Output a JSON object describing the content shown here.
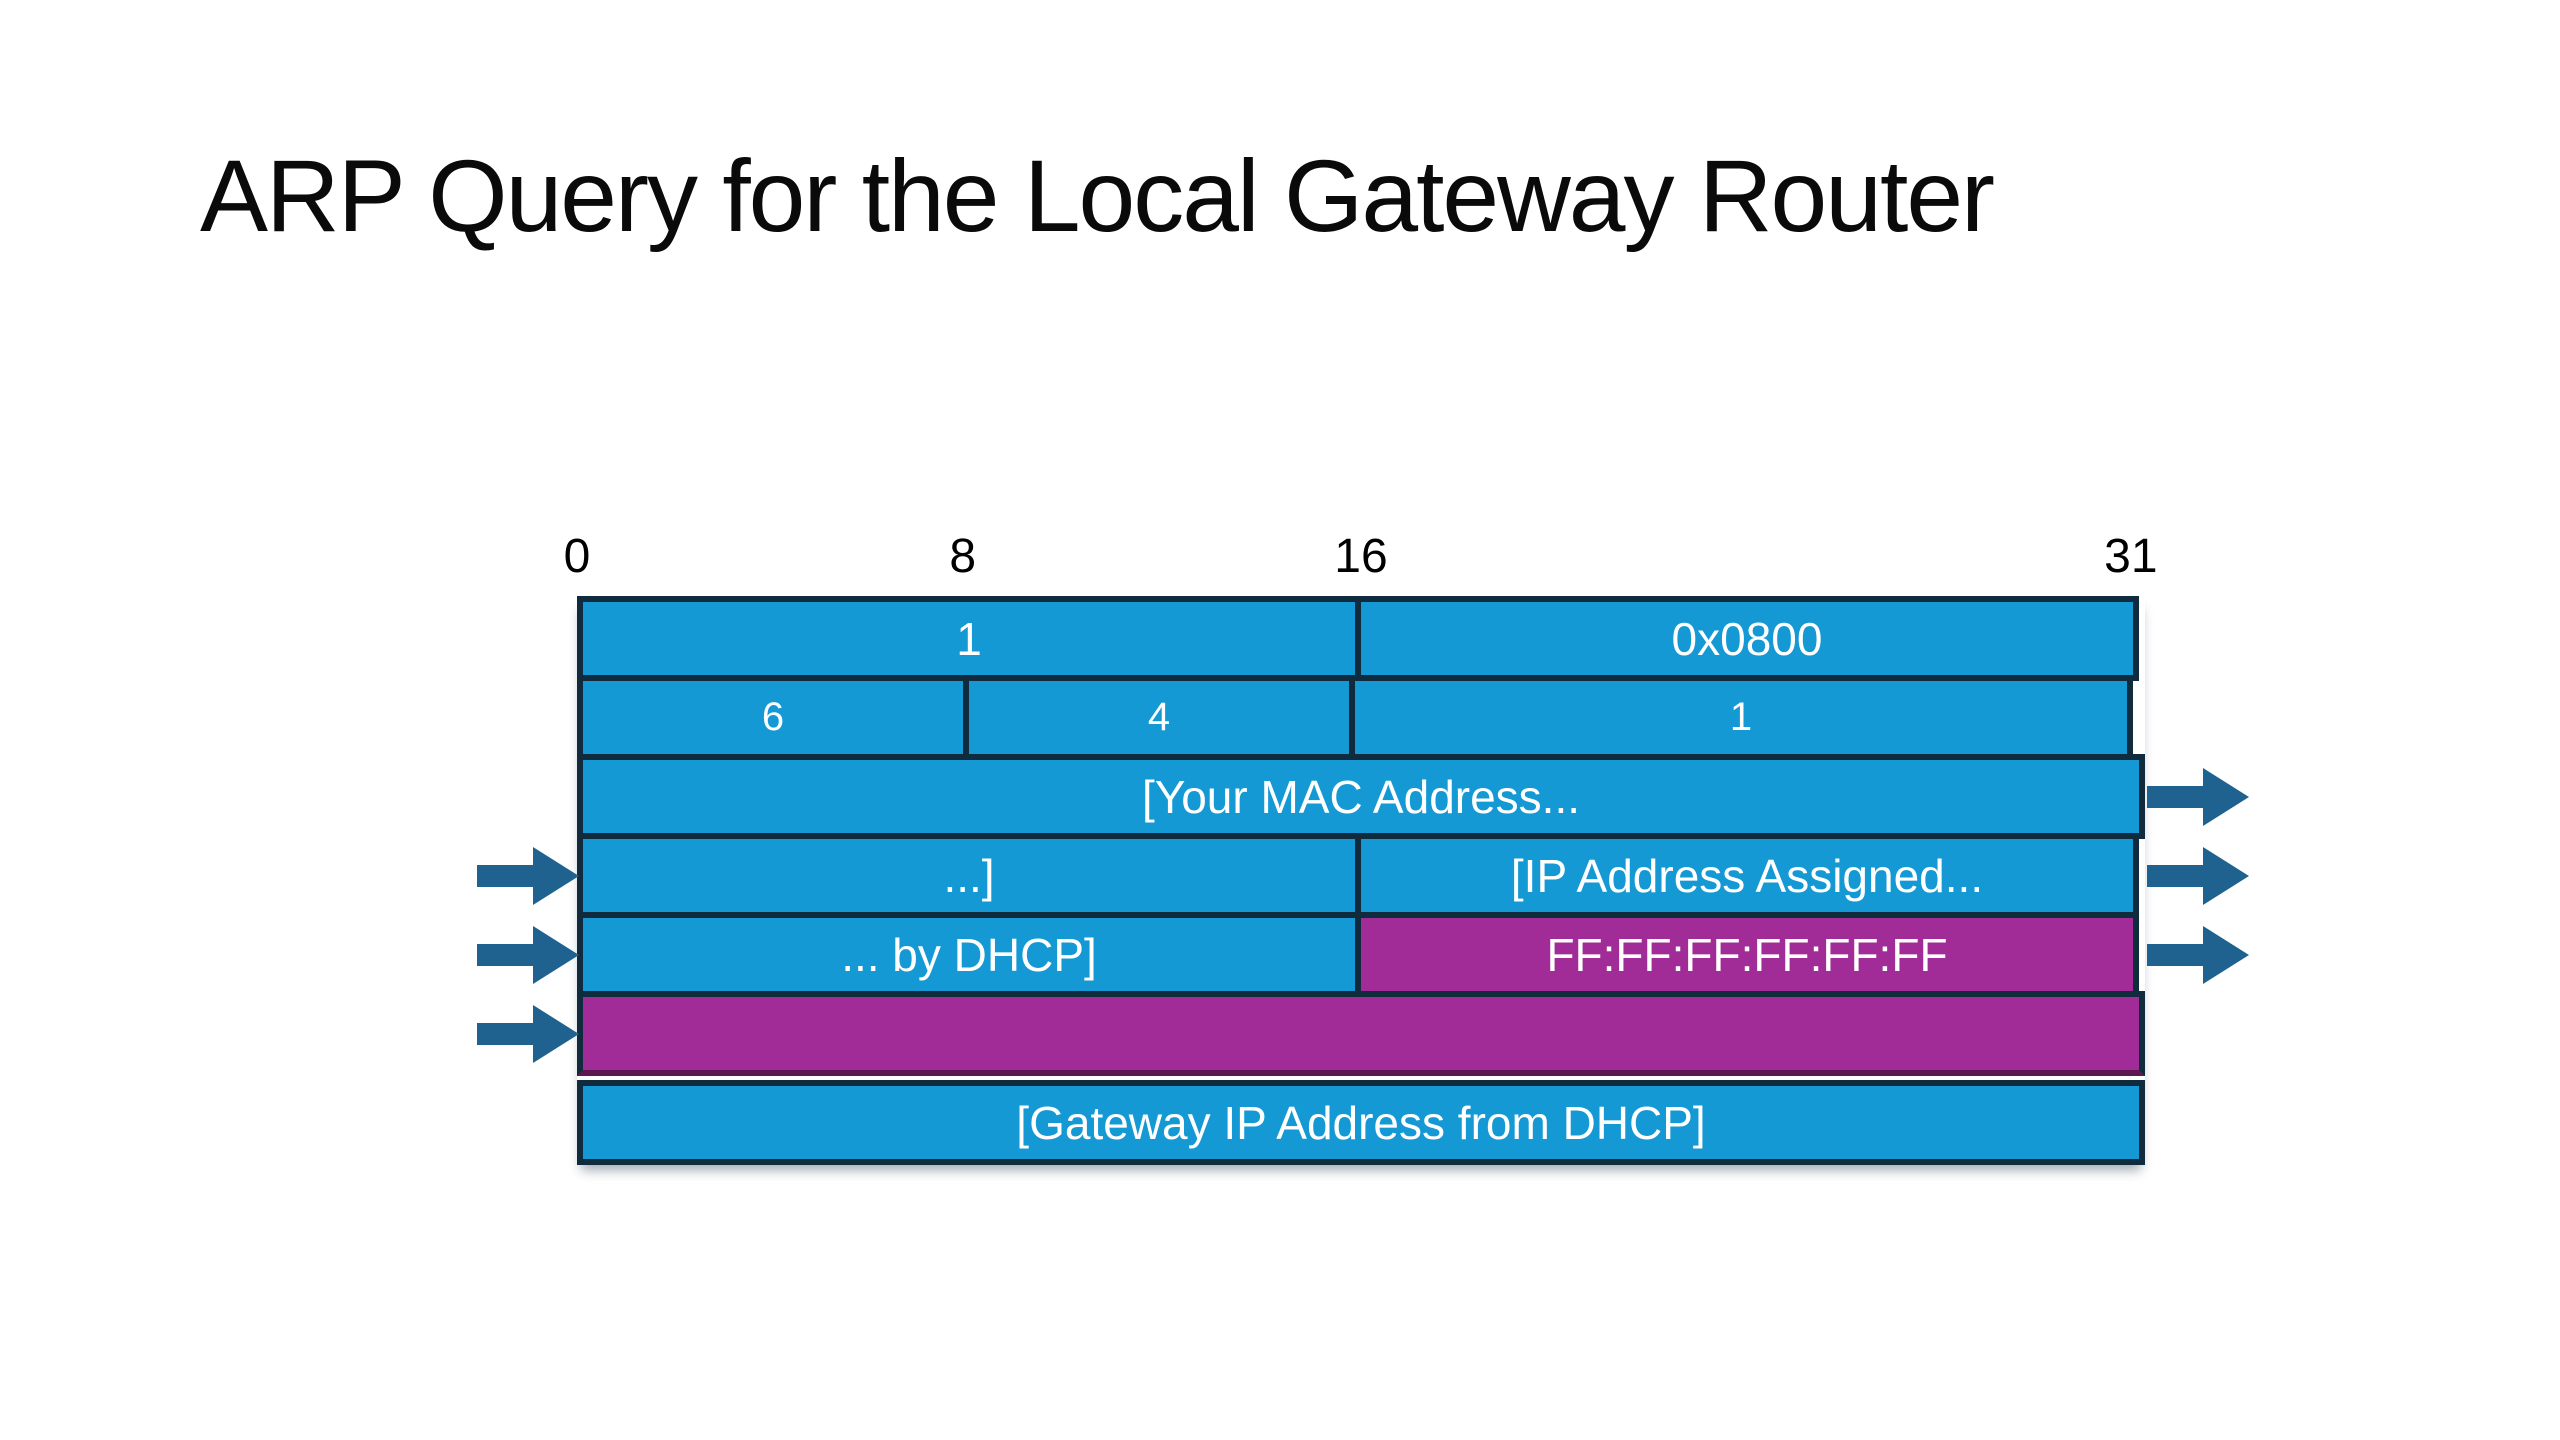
{
  "slide": {
    "title": "ARP Query for the Local Gateway Router"
  },
  "colors": {
    "field_blue": "#1499D4",
    "highlight_magenta": "#A12C97",
    "cell_border": "#102B3E",
    "arrow_teal": "#1F6290",
    "cell_text": "#FFFFFF",
    "label_text": "#000000",
    "background": "#FFFFFF"
  },
  "icons": {
    "flow_arrow": "right-arrow-icon"
  },
  "bit_ruler": {
    "labels": [
      "0",
      "8",
      "16",
      "31"
    ]
  },
  "packet_rows": [
    {
      "cells": [
        {
          "text": "1"
        },
        {
          "text": "0x0800"
        }
      ]
    },
    {
      "cells": [
        {
          "text": "6"
        },
        {
          "text": "4"
        },
        {
          "text": "1"
        }
      ]
    },
    {
      "cells": [
        {
          "text": "[Your MAC Address..."
        }
      ]
    },
    {
      "cells": [
        {
          "text": "...]"
        },
        {
          "text": "[IP Address Assigned..."
        }
      ]
    },
    {
      "cells": [
        {
          "text": "... by DHCP]"
        },
        {
          "text": "FF:FF:FF:FF:FF:FF"
        }
      ]
    },
    {
      "cells": [
        {
          "text": ""
        }
      ]
    },
    {
      "cells": [
        {
          "text": "[Gateway IP Address from DHCP]"
        }
      ]
    }
  ]
}
